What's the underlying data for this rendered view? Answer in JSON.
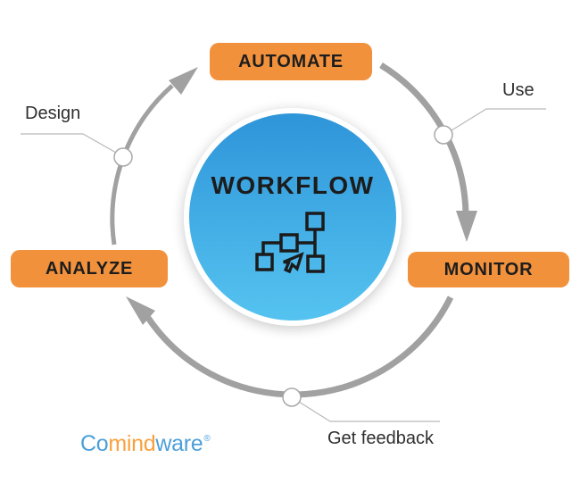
{
  "title": "WORKFLOW",
  "stages": {
    "automate": "AUTOMATE",
    "monitor": "MONITOR",
    "analyze": "ANALYZE"
  },
  "callouts": {
    "design": "Design",
    "use": "Use",
    "feedback": "Get feedback"
  },
  "branding": {
    "logo_co": "Co",
    "logo_mind": "mind",
    "logo_ware": "ware",
    "registered_mark": "®"
  },
  "colors": {
    "stage_button_orange": "#F2913C",
    "circle_gradient_top": "#2E95D9",
    "circle_gradient_bottom": "#55C3F0",
    "arrow_gray": "#A1A1A1",
    "callout_line_gray": "#B9B9B9",
    "logo_blue": "#4C9FD9",
    "logo_orange": "#F8A13E",
    "text_dark": "#1D1D1D"
  },
  "icons": {
    "center_icon": "workflow-flowchart-with-cursor-icon"
  }
}
